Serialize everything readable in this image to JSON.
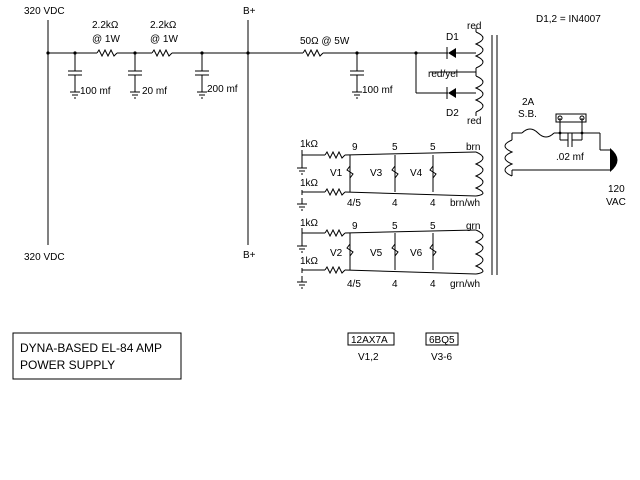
{
  "note_diodes": "D1,2 = IN4007",
  "supply": {
    "v_top": "320 VDC",
    "v_bottom": "320 VDC",
    "bplus_top": "B+",
    "bplus_bottom": "B+"
  },
  "filter": {
    "r1_value": "2.2kΩ",
    "r1_power": "@ 1W",
    "r2_value": "2.2kΩ",
    "r2_power": "@ 1W",
    "c1": "100 mf",
    "c2": "20 mf",
    "c3": "200 mf",
    "r3": "50Ω @ 5W",
    "c4": "100 mf"
  },
  "rectifier": {
    "d1": "D1",
    "d2": "D2",
    "tap_top": "red",
    "tap_center": "red/yel",
    "tap_bottom": "red"
  },
  "primary": {
    "fuse_rating": "2A",
    "fuse_type": "S.B.",
    "cap": ".02 mf",
    "mains_v": "120",
    "mains_unit": "VAC"
  },
  "heater1": {
    "r_top": "1kΩ",
    "r_bottom": "1kΩ",
    "tube_a": "V1",
    "tube_b": "V3",
    "tube_c": "V4",
    "pin_top_a": "9",
    "pin_top_b": "5",
    "pin_top_c": "5",
    "pin_bot_a": "4/5",
    "pin_bot_b": "4",
    "pin_bot_c": "4",
    "wire_top": "brn",
    "wire_bottom": "brn/wh"
  },
  "heater2": {
    "r_top": "1kΩ",
    "r_bottom": "1kΩ",
    "tube_a": "V2",
    "tube_b": "V5",
    "tube_c": "V6",
    "pin_top_a": "9",
    "pin_top_b": "5",
    "pin_top_c": "5",
    "pin_bot_a": "4/5",
    "pin_bot_b": "4",
    "pin_bot_c": "4",
    "wire_top": "grn",
    "wire_bottom": "grn/wh"
  },
  "title_block": {
    "line1": "DYNA-BASED EL-84 AMP",
    "line2": "POWER SUPPLY"
  },
  "legend": {
    "tube1_type": "12AX7A",
    "tube1_refs": "V1,2",
    "tube2_type": "6BQ5",
    "tube2_refs": "V3-6"
  }
}
